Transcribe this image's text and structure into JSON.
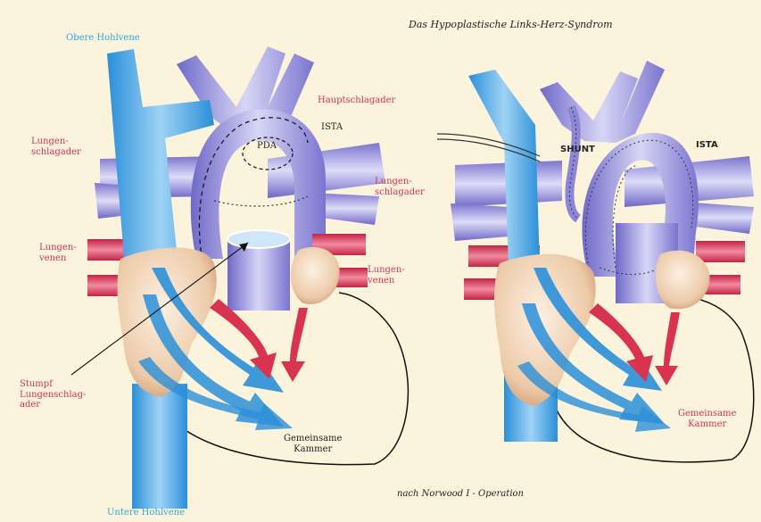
{
  "title": "Das Hypoplastische Links-Herz-Syndrom",
  "caption_bottom": "nach Norwood I - Operation",
  "left_labels": {
    "superior_vena_cava": "Obere Hohlvene",
    "inferior_vena_cava": "Untere Hohlvene",
    "pulmonary_artery_left": [
      "Lungen-",
      "schlagader"
    ],
    "pulmonary_artery_right": [
      "Lungen-",
      "schlagader"
    ],
    "aorta": "Hauptschlagader",
    "ista": "ISTA",
    "pda": "PDA",
    "pulmonary_veins_left": [
      "Lungen-",
      "venen"
    ],
    "pulmonary_veins_right": [
      "Lungen-",
      "venen"
    ],
    "stump": [
      "Stumpf",
      "Lungenschlag-",
      "ader"
    ],
    "common_ventricle": [
      "Gemeinsame",
      "Kammer"
    ]
  },
  "right_labels": {
    "shunt": "SHUNT",
    "ista": "ISTA",
    "common_ventricle": [
      "Gemeinsame",
      "Kammer"
    ]
  },
  "colors": {
    "vein_blue": "#3aa6e0",
    "artery_purple": "#8b86d6",
    "pulmonary_vein_red": "#d8344f",
    "atrium_beige": "#e9c5a4",
    "flow_blue": "#2a8fd8",
    "flow_red": "#d8344f",
    "background": "#fbf3dc"
  }
}
